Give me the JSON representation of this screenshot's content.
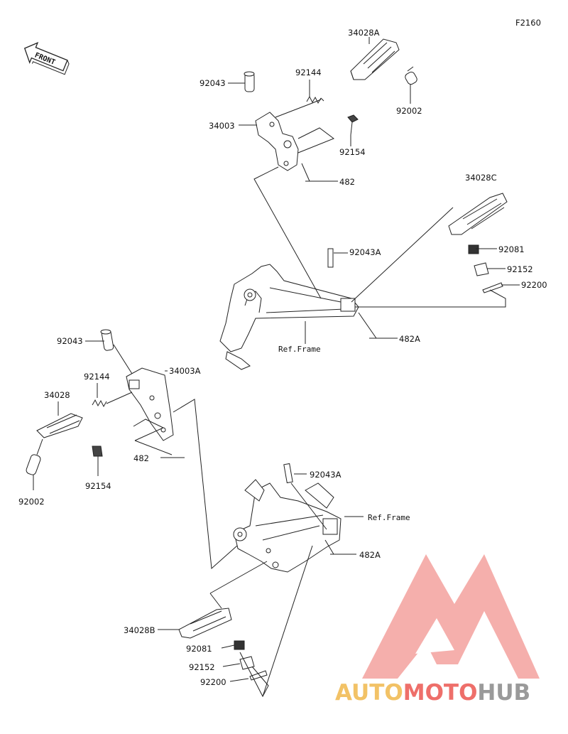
{
  "figure_code": "F2160",
  "front_label": "FRONT",
  "parts": {
    "p34028A": "34028A",
    "p92043_top": "92043",
    "p92144_top": "92144",
    "p92002_top": "92002",
    "p34003": "34003",
    "p92154_top": "92154",
    "p482_top": "482",
    "p34028C": "34028C",
    "p92043A_top": "92043A",
    "p92081_top": "92081",
    "p92152_top": "92152",
    "p92200_top": "92200",
    "p482A_top": "482A",
    "refframe_top": "Ref.Frame",
    "p92043_left": "92043",
    "p34003A": "34003A",
    "p92144_left": "92144",
    "p34028": "34028",
    "p482_left": "482",
    "p92154_left": "92154",
    "p92002_left": "92002",
    "p92043A_bottom": "92043A",
    "refframe_bottom": "Ref.Frame",
    "p482A_bottom": "482A",
    "p34028B": "34028B",
    "p92081_bottom": "92081",
    "p92152_bottom": "92152",
    "p92200_bottom": "92200"
  },
  "watermark": {
    "part1": "AUTO",
    "part2": "MOTO",
    "part3": "HUB",
    "color1": "#f2c266",
    "color2": "#ee6f6a",
    "color3": "#9a9a9a"
  }
}
